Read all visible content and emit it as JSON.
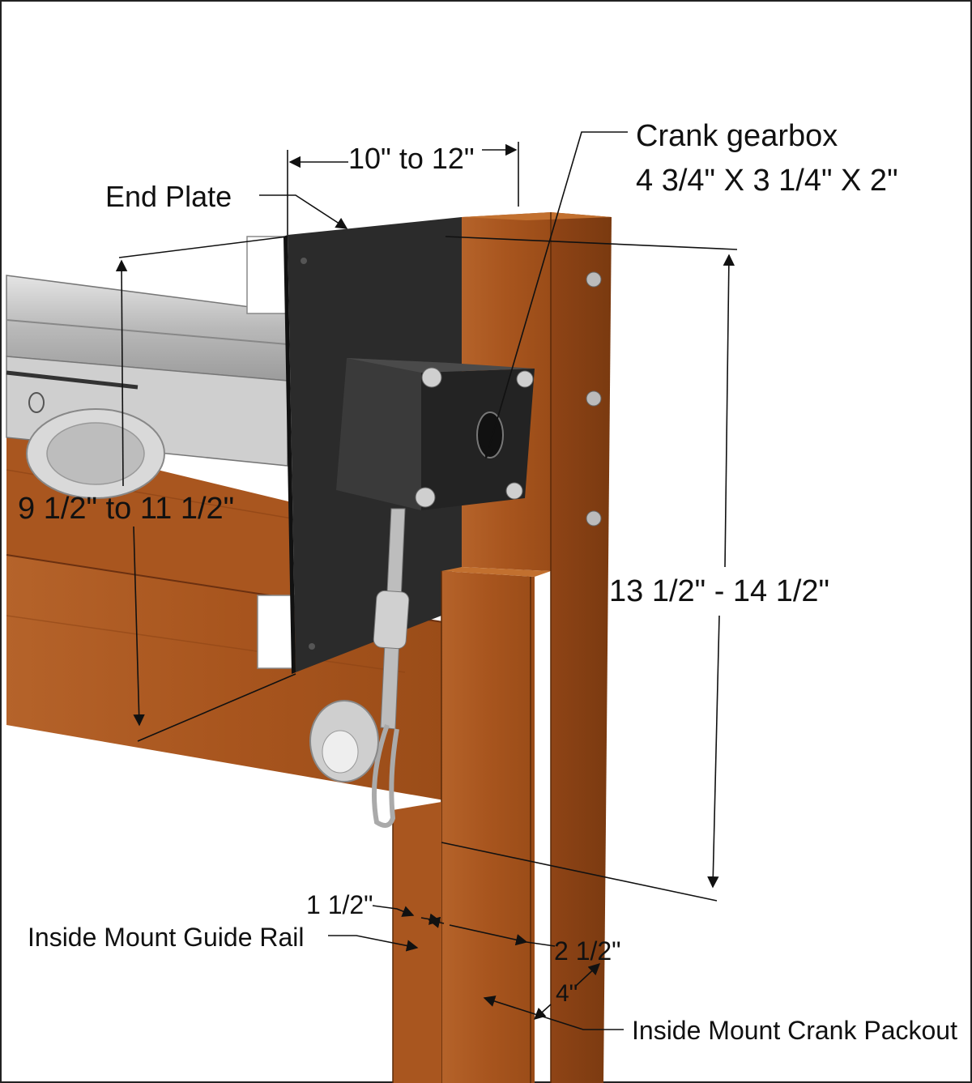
{
  "labels": {
    "end_plate": "End Plate",
    "plate_width": "10\" to 12\"",
    "gearbox_title": "Crank gearbox",
    "gearbox_dims": "4 3/4\" X 3 1/4\" X 2\"",
    "drop": "9 1/2\" to 11 1/2\"",
    "height": "13 1/2\" - 14 1/2\"",
    "rail_width": "1 1/2\"",
    "guide_rail": "Inside Mount Guide Rail",
    "packout_width": "2 1/2\"",
    "packout_depth": "4\"",
    "packout": "Inside Mount Crank Packout"
  },
  "colors": {
    "wood": "#a8551e",
    "wood_dark": "#7a3a10",
    "plate": "#2b2b2b",
    "metal": "#c9c9c9",
    "line": "#111111"
  }
}
